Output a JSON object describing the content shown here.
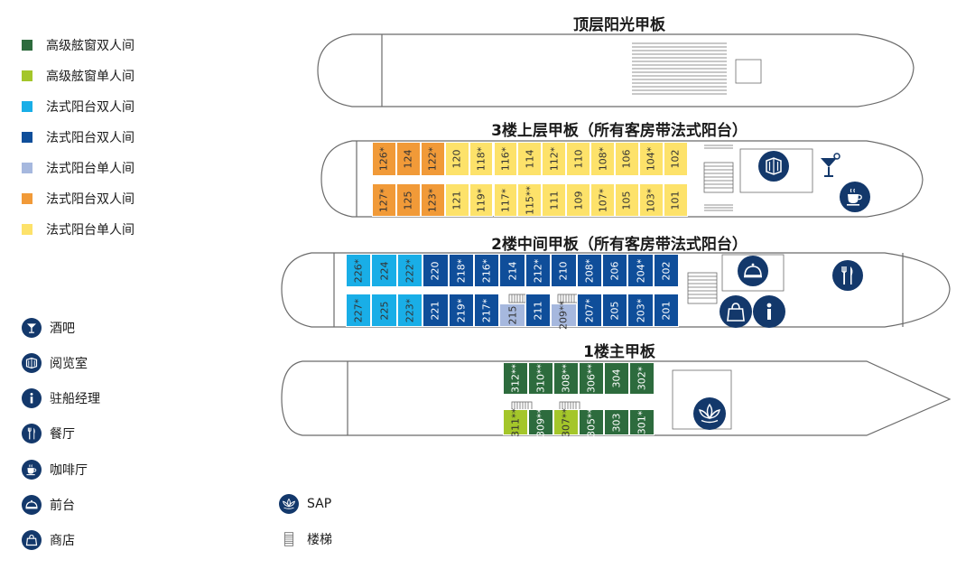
{
  "colors": {
    "deep_green": "#2d6b3d",
    "lime": "#a4c62a",
    "sky": "#19aee7",
    "navy": "#0f4e9a",
    "light_blue": "#a6b8de",
    "orange": "#f19a38",
    "yellow": "#fde26a",
    "icon_navy": "#13386b",
    "outline": "#6b6b6b"
  },
  "legend": {
    "categories": [
      {
        "label": "高级舷窗双人间",
        "color": "#2d6b3d"
      },
      {
        "label": "高级舷窗单人间",
        "color": "#a4c62a"
      },
      {
        "label": "法式阳台双人间",
        "color": "#19aee7"
      },
      {
        "label": "法式阳台双人间",
        "color": "#0f4e9a"
      },
      {
        "label": "法式阳台单人间",
        "color": "#a6b8de"
      },
      {
        "label": "法式阳台双人间",
        "color": "#f19a38"
      },
      {
        "label": "法式阳台单人间",
        "color": "#fde26a"
      }
    ],
    "facilities": [
      {
        "icon": "cocktail-icon",
        "label": "酒吧"
      },
      {
        "icon": "book-icon",
        "label": "阅览室"
      },
      {
        "icon": "info-icon",
        "label": "驻船经理"
      },
      {
        "icon": "cutlery-icon",
        "label": "餐厅"
      },
      {
        "icon": "coffee-icon",
        "label": "咖啡厅"
      },
      {
        "icon": "cloche-icon",
        "label": "前台"
      },
      {
        "icon": "shopping-bag-icon",
        "label": "商店"
      }
    ],
    "misc": [
      {
        "icon": "lotus-icon",
        "label": "SAP"
      },
      {
        "icon": "stairs-icon",
        "label": "楼梯"
      }
    ]
  },
  "decks": [
    {
      "title": "顶层阳光甲板"
    },
    {
      "title": "3楼上层甲板（所有客房带法式阳台）",
      "top_row": [
        "126*",
        "124",
        "122*",
        "120",
        "118*",
        "116*",
        "114",
        "112*",
        "110",
        "108*",
        "106",
        "104*",
        "102"
      ],
      "bottom_row": [
        "127*",
        "125",
        "123*",
        "121",
        "119*",
        "117*",
        "115**",
        "111",
        "109",
        "107*",
        "105",
        "103*",
        "101"
      ]
    },
    {
      "title": "2楼中间甲板（所有客房带法式阳台）",
      "top_row": [
        "226*",
        "224",
        "222*",
        "220",
        "218*",
        "216*",
        "214",
        "212*",
        "210",
        "208*",
        "206",
        "204*",
        "202"
      ],
      "bottom_row": [
        "227*",
        "225",
        "223*",
        "221",
        "219*",
        "217*",
        "215",
        "211",
        "209**",
        "207*",
        "205",
        "203*",
        "201"
      ]
    },
    {
      "title": "1楼主甲板",
      "top_row": [
        "312**",
        "310**",
        "308**",
        "306**",
        "304",
        "302*"
      ],
      "bottom_row": [
        "311**",
        "309**",
        "307**",
        "305**",
        "303",
        "301*"
      ]
    }
  ]
}
